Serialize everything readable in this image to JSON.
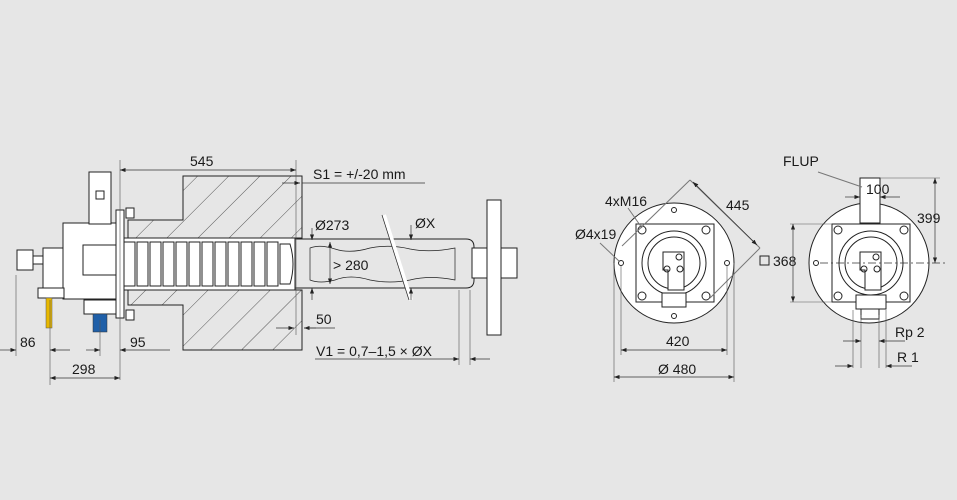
{
  "colors": {
    "background": "#e6e6e6",
    "cable_yellow": "#e8b800",
    "cable_blue": "#1f5fa8",
    "line": "#222222"
  },
  "side_view": {
    "dim_length": "545",
    "dim_s1": "S1 = +/-20 mm",
    "dim_tube_diameter": "Ø273",
    "dim_bore": "> 280",
    "dim_x": "ØX",
    "dim_50": "50",
    "dim_v1": "V1 =  0,7–1,5 × ØX",
    "dim_86": "86",
    "dim_95": "95",
    "dim_298": "298"
  },
  "front_view": {
    "dim_bolts": "4xM16",
    "dim_holes": "Ø4x19",
    "dim_diagonal": "445",
    "dim_square": "368",
    "dim_420": "420",
    "dim_480": "Ø 480"
  },
  "rear_view": {
    "label_flup": "FLUP",
    "dim_100": "100",
    "dim_399": "399",
    "dim_rp2": "Rp 2",
    "dim_r1": "R 1"
  }
}
